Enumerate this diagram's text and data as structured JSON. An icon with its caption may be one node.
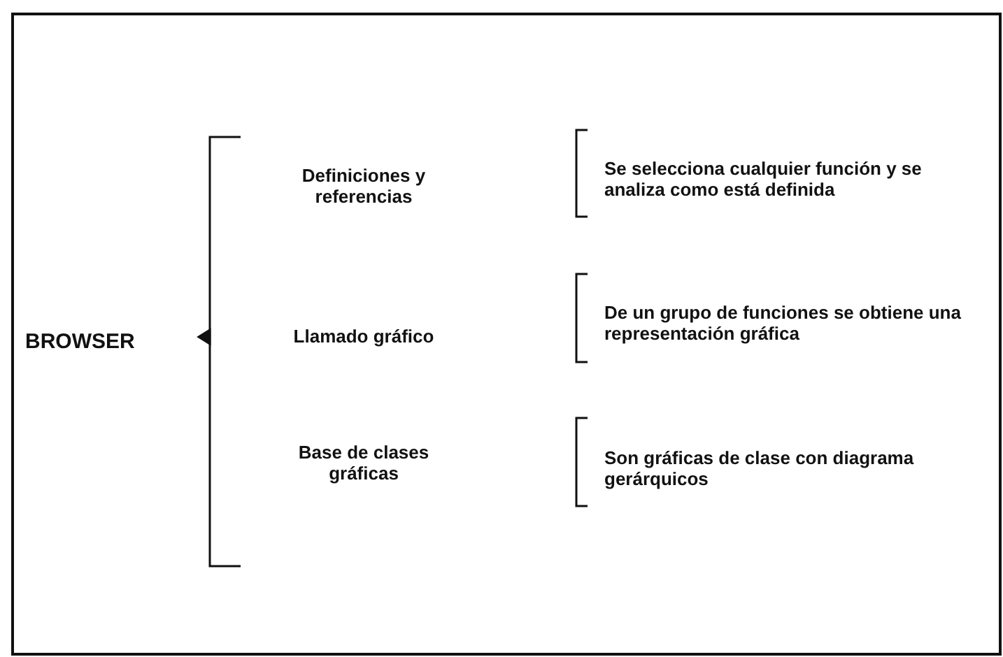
{
  "diagram": {
    "labels": [
      "Definiciones y referencias",
      "Se selecciona cualquier función y se analiza como está definida",
      "BROWSER",
      "Llamado gráfico",
      "De un grupo de funciones se obtiene una representación gráfica",
      "Base de clases gráficas",
      "Son gráficas de clase con diagrama gerárquicos"
    ]
  }
}
